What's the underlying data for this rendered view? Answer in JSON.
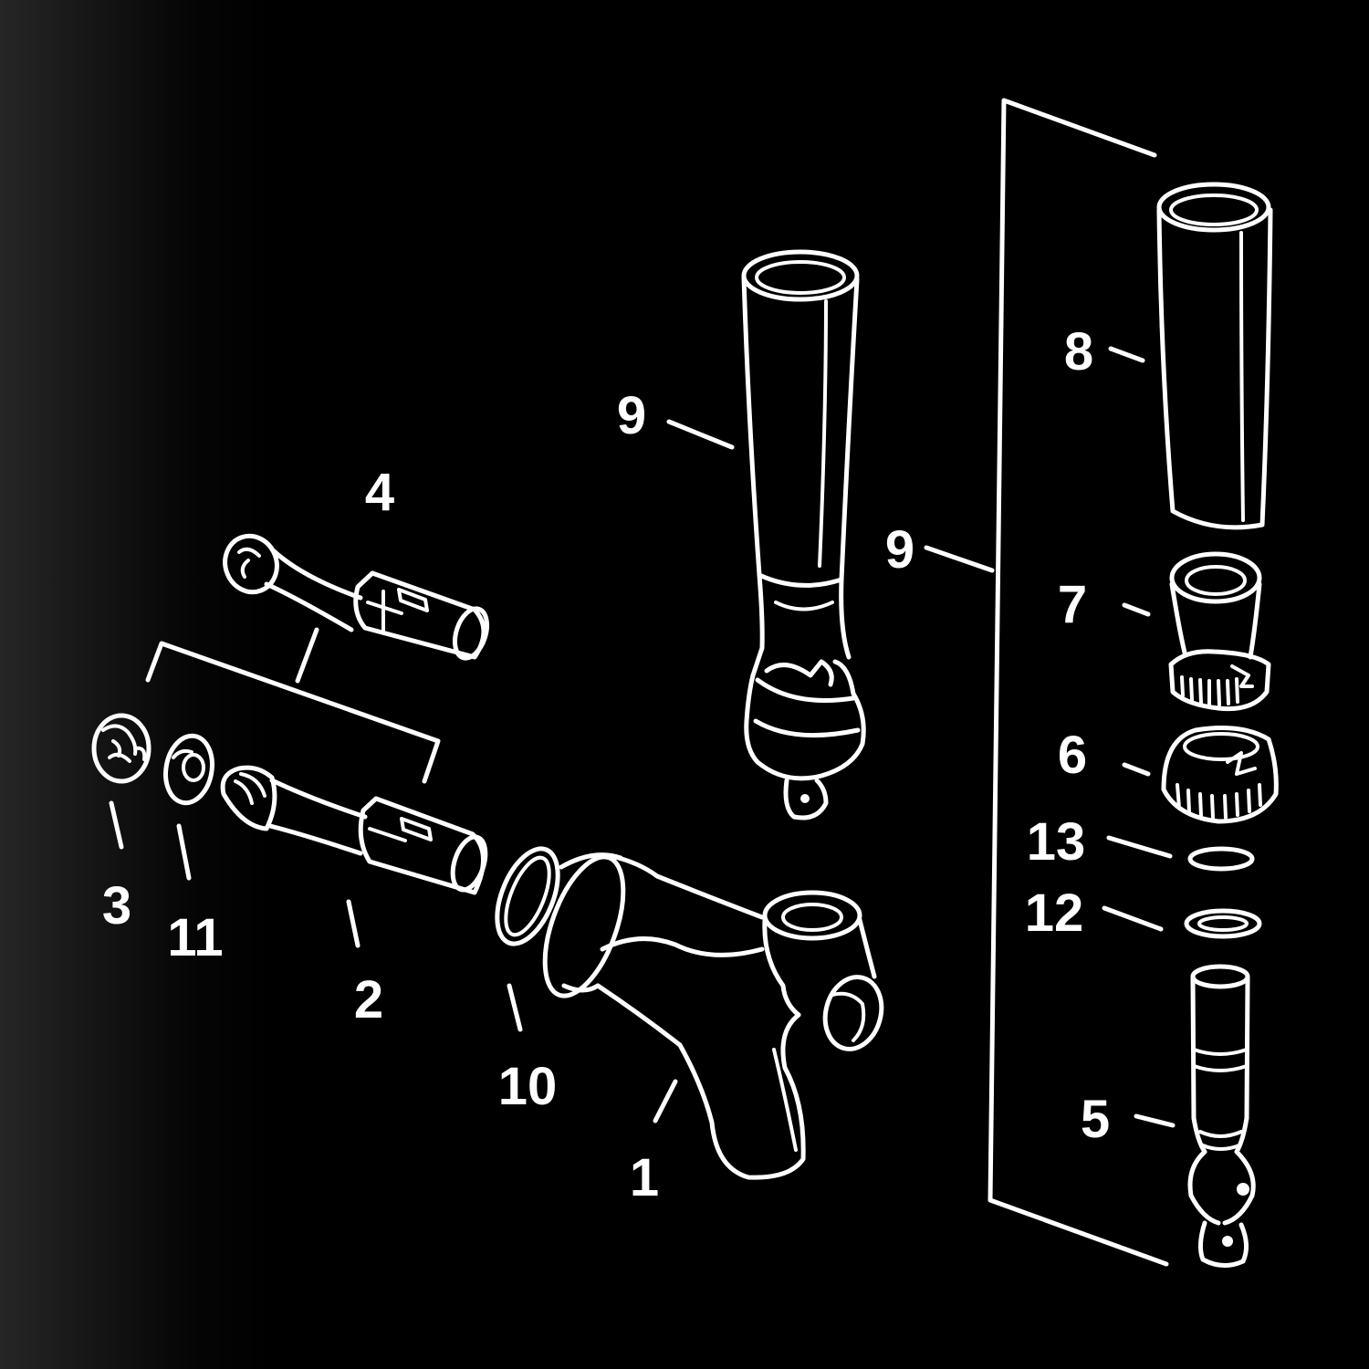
{
  "colors": {
    "background": "#000000",
    "line": "#ffffff"
  },
  "labels": {
    "n1": "1",
    "n2": "2",
    "n3": "3",
    "n4": "4",
    "n5": "5",
    "n6": "6",
    "n7": "7",
    "n8": "8",
    "n9a": "9",
    "n9b": "9",
    "n10": "10",
    "n11": "11",
    "n12": "12",
    "n13": "13"
  }
}
